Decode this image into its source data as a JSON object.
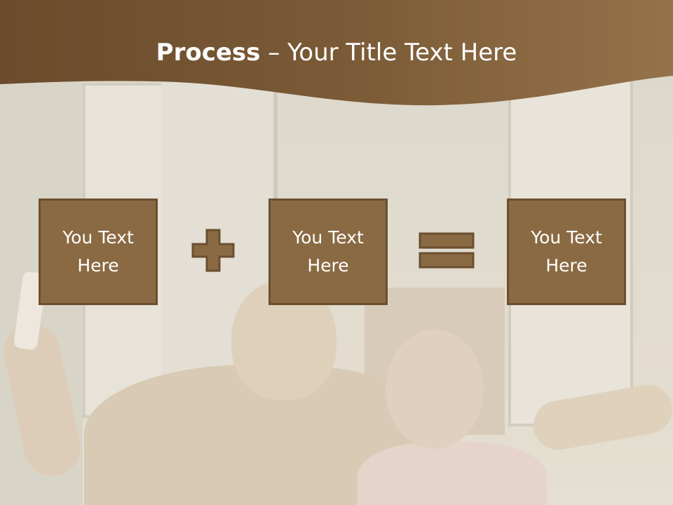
{
  "slide": {
    "title_bold": "Process",
    "title_separator": " – ",
    "title_rest": "Your Title Text Here"
  },
  "boxes": [
    {
      "line1": "You Text",
      "line2": "Here"
    },
    {
      "line1": "You Text",
      "line2": "Here"
    },
    {
      "line1": "You Text",
      "line2": "Here"
    }
  ],
  "operators": [
    "plus-icon",
    "equals-icon"
  ],
  "colors": {
    "header": "#7a5a35",
    "box_fill": "#8a6a43",
    "box_border": "#6b4f2f",
    "operator_fill": "#8a6a43",
    "text": "#ffffff"
  }
}
